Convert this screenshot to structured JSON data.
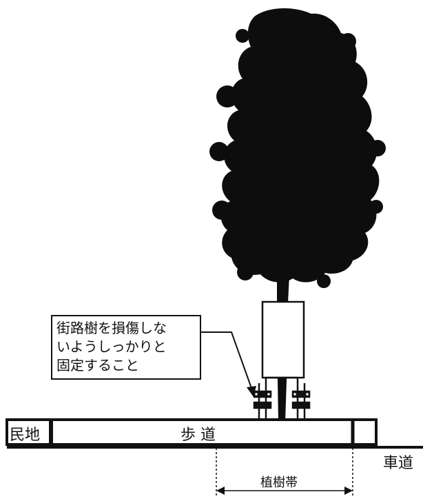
{
  "note": {
    "lines": [
      "街路樹を損傷しな",
      "いようしっかりと",
      "固定すること"
    ]
  },
  "labels": {
    "private_land": "民地",
    "sidewalk": "歩 道",
    "roadway": "車道",
    "planting_strip": "植樹帯"
  },
  "colors": {
    "ink": "#111111",
    "tree": "#0d0d0d",
    "background": "#ffffff"
  }
}
